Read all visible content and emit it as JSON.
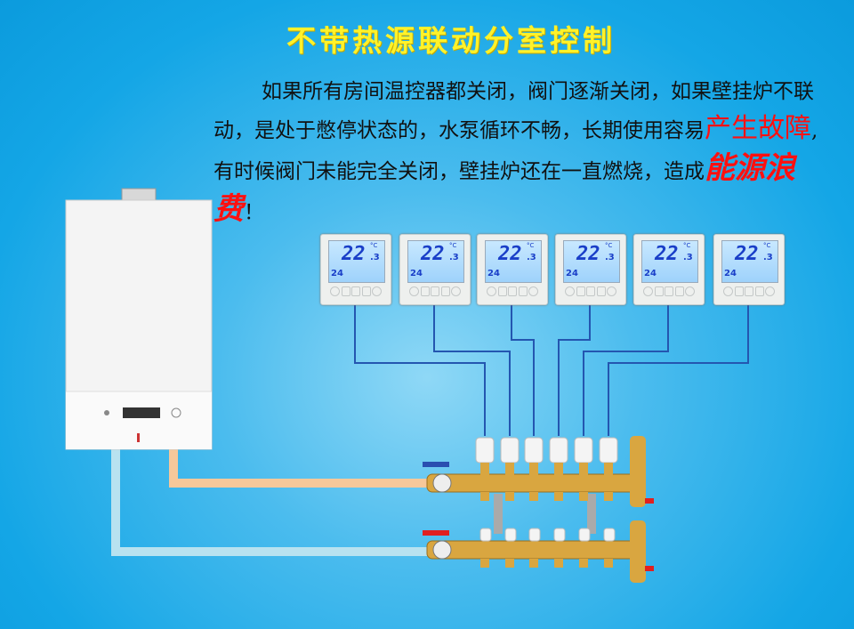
{
  "title": "不带热源联动分室控制",
  "paragraph": {
    "part1": "如果所有房间温控器都关闭，阀门逐渐关闭，如果壁挂炉不联动，是处于憋停状态的，水泵循环不畅，长期使用容易",
    "highlight1": "产生故障",
    "part2": ",有时候阀门未能完全关闭，壁挂炉还在一直燃烧，造成",
    "highlight2": "能源浪费",
    "part3": "！"
  },
  "thermostat": {
    "temperature": "22",
    "decimal": ".3",
    "unit": "°C",
    "set_temp": "24"
  },
  "colors": {
    "title": "#fff22a",
    "highlight": "#ff1010",
    "wire": "#2456b0",
    "hot_pipe": "#f6c89a",
    "cold_pipe": "#b8e2f0",
    "brass": "#d9a640"
  }
}
